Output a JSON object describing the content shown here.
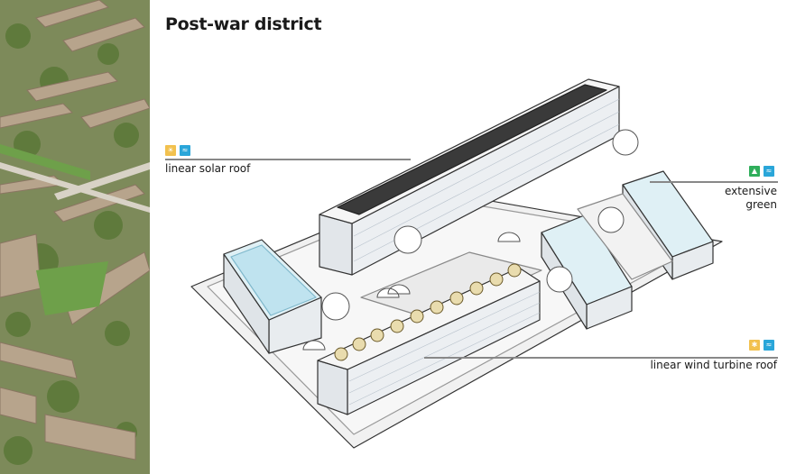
{
  "title": "Post-war district",
  "annotations": [
    {
      "label": "linear solar roof",
      "icons": [
        "solar-icon",
        "water-icon"
      ],
      "icon_colors": [
        "#f2c14e",
        "#2aa6d9"
      ]
    },
    {
      "label_lines": [
        "extensive",
        "green"
      ],
      "icons": [
        "green-roof-icon",
        "water-icon"
      ],
      "icon_colors": [
        "#2fae5b",
        "#2aa6d9"
      ]
    },
    {
      "label": "linear wind turbine roof",
      "icons": [
        "wind-icon",
        "water-icon"
      ],
      "icon_colors": [
        "#f2c14e",
        "#2aa6d9"
      ]
    }
  ]
}
